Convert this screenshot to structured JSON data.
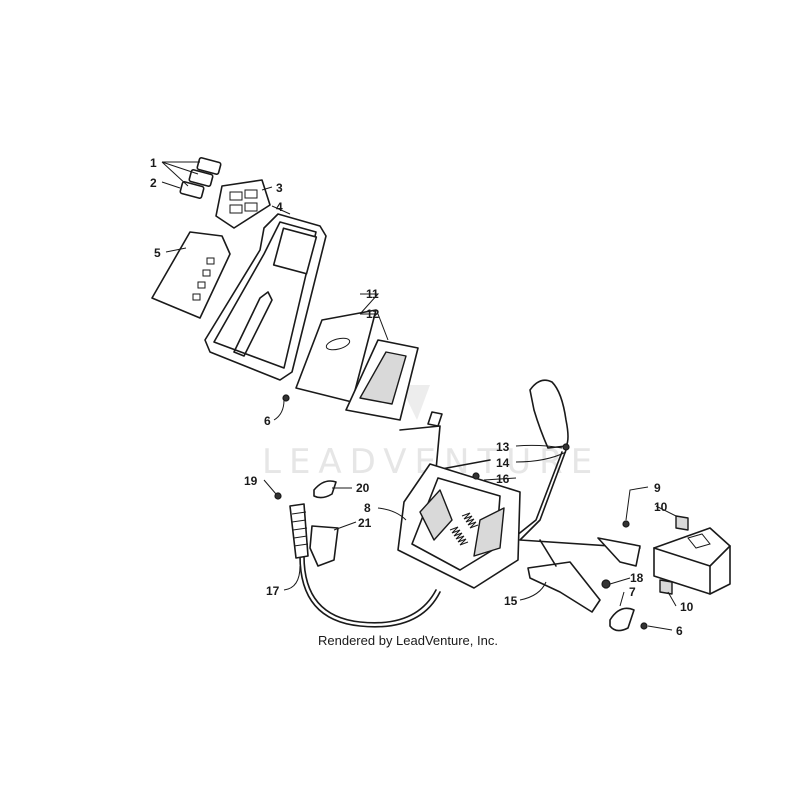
{
  "watermark": "LEADVENTURE",
  "credit": "Rendered by LeadVenture, Inc.",
  "callouts": {
    "c1": "1",
    "c2": "2",
    "c3": "3",
    "c4": "4",
    "c5": "5",
    "c6a": "6",
    "c6b": "6",
    "c7": "7",
    "c8": "8",
    "c9": "9",
    "c10a": "10",
    "c10b": "10",
    "c11": "11",
    "c12": "12",
    "c13": "13",
    "c14": "14",
    "c15": "15",
    "c16": "16",
    "c17": "17",
    "c18": "18",
    "c19": "19",
    "c20": "20",
    "c21": "21"
  }
}
